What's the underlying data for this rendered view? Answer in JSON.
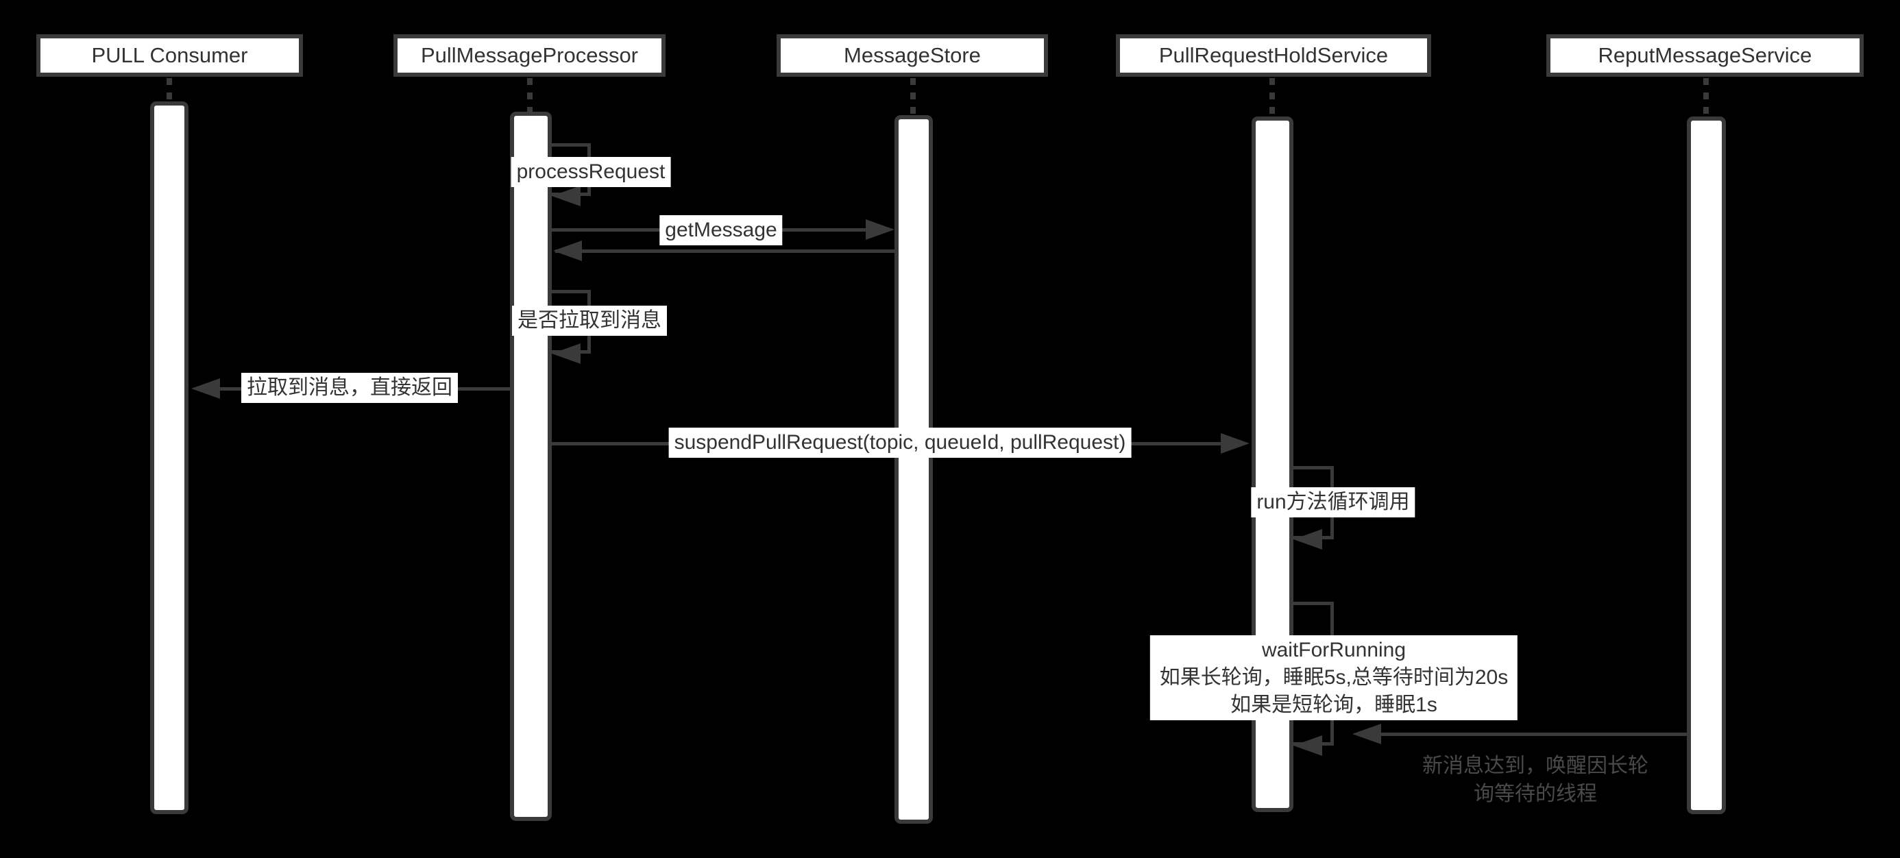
{
  "colors": {
    "bg": "#000000",
    "line": "#3a3a3a",
    "label_bg": "#ffffff",
    "label_text": "#333333",
    "note_text": "#4a4a4a",
    "bar_fill": "#ffffff"
  },
  "participants": [
    {
      "label": "PULL Consumer"
    },
    {
      "label": "PullMessageProcessor"
    },
    {
      "label": "MessageStore"
    },
    {
      "label": "PullRequestHoldService"
    },
    {
      "label": "ReputMessageService"
    }
  ],
  "messages": {
    "process_request": {
      "label": "processRequest",
      "type": "self-call",
      "on": "PullMessageProcessor"
    },
    "get_message": {
      "label": "getMessage",
      "type": "call",
      "from": "PullMessageProcessor",
      "to": "MessageStore"
    },
    "get_message_return": {
      "label": "",
      "type": "return",
      "from": "MessageStore",
      "to": "PullMessageProcessor"
    },
    "check_pulled": {
      "label": "是否拉取到消息",
      "type": "self-call",
      "on": "PullMessageProcessor"
    },
    "pulled_direct_return": {
      "label": "拉取到消息，直接返回",
      "type": "call",
      "from": "PullMessageProcessor",
      "to": "PULL Consumer"
    },
    "suspend_pull_request": {
      "label": "suspendPullRequest(topic, queueId, pullRequest)",
      "type": "call",
      "from": "PullMessageProcessor",
      "to": "PullRequestHoldService"
    },
    "run_loop": {
      "label": "run方法循环调用",
      "type": "self-call",
      "on": "PullRequestHoldService"
    },
    "wait_for_running": {
      "line1": "waitForRunning",
      "line2": "如果长轮询，睡眠5s,总等待时间为20s",
      "line3": "如果是短轮询，睡眠1s",
      "type": "self-call",
      "on": "PullRequestHoldService"
    },
    "new_message_wakeup": {
      "note_line1": "新消息达到，唤醒因长轮",
      "note_line2": "询等待的线程",
      "type": "call",
      "from": "ReputMessageService",
      "to": "PullRequestHoldService"
    }
  }
}
